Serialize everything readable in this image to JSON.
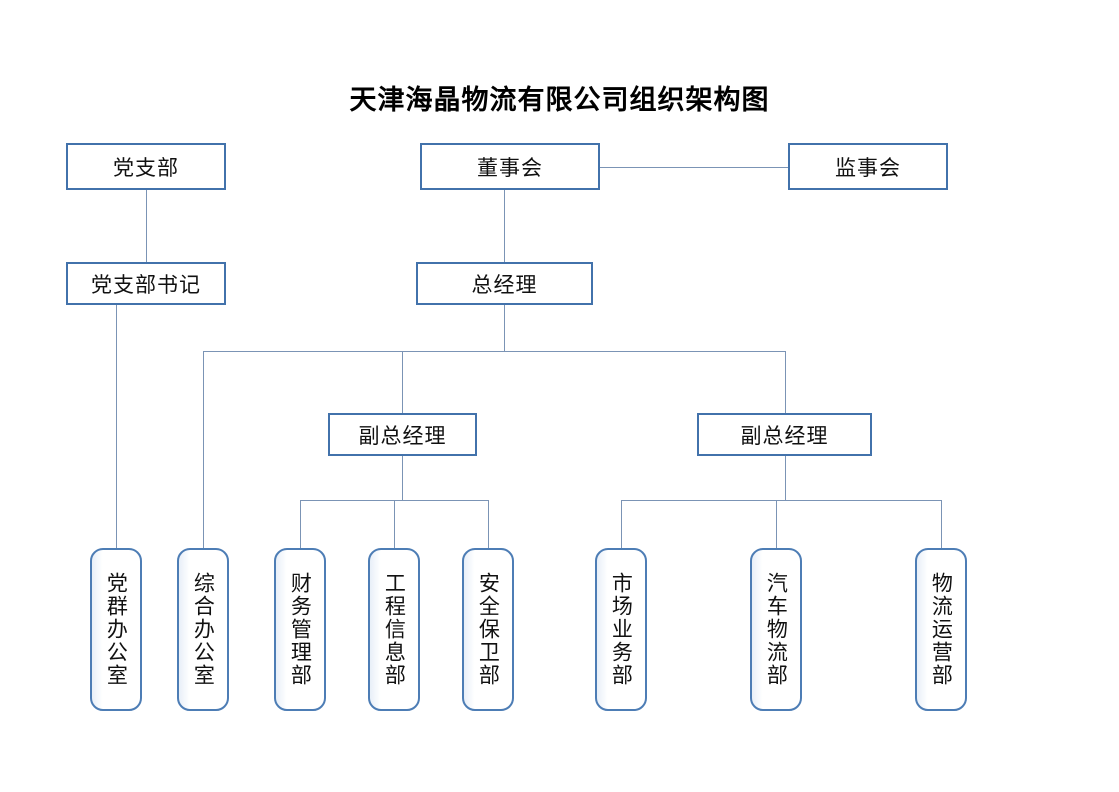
{
  "chart_title": "天津海晶物流有限公司组织架构图",
  "colors": {
    "rect_border": "#4272ab",
    "rounded_border": "#4d7db5",
    "connector": "#7b94b5",
    "page_background": "#ffffff",
    "text": "#111111"
  },
  "nodes": {
    "party_branch": "党支部",
    "board_of_directors": "董事会",
    "board_of_supervisors": "监事会",
    "party_secretary": "党支部书记",
    "general_manager": "总经理",
    "deputy_general_manager_left": "副总经理",
    "deputy_general_manager_right": "副总经理",
    "party_mass_office": "党群办公室",
    "general_office": "综合办公室",
    "finance_management_dept": "财务管理部",
    "engineering_information_dept": "工程信息部",
    "security_dept": "安全保卫部",
    "market_business_dept": "市场业务部",
    "auto_logistics_dept": "汽车物流部",
    "logistics_operations_dept": "物流运营部"
  },
  "chart_data": {
    "type": "diagram",
    "title": "天津海晶物流有限公司组织架构图",
    "orientation": "top-down organizational chart",
    "levels": [
      {
        "level": 1,
        "items": [
          "党支部",
          "董事会",
          "监事会"
        ]
      },
      {
        "level": 2,
        "items": [
          "党支部书记",
          "总经理"
        ]
      },
      {
        "level": 3,
        "items": [
          "副总经理",
          "副总经理"
        ]
      },
      {
        "level": 4,
        "items": [
          "党群办公室",
          "综合办公室",
          "财务管理部",
          "工程信息部",
          "安全保卫部",
          "市场业务部",
          "汽车物流部",
          "物流运营部"
        ]
      }
    ],
    "edges": [
      {
        "from": "董事会",
        "to": "监事会",
        "style": "horizontal-peer"
      },
      {
        "from": "党支部",
        "to": "党支部书记",
        "style": "vertical"
      },
      {
        "from": "董事会",
        "to": "总经理",
        "style": "vertical"
      },
      {
        "from": "党支部书记",
        "to": "党群办公室",
        "style": "vertical"
      },
      {
        "from": "总经理",
        "to": "综合办公室",
        "style": "bus"
      },
      {
        "from": "总经理",
        "to": "副总经理",
        "style": "bus"
      },
      {
        "from": "总经理",
        "to": "副总经理",
        "style": "bus"
      },
      {
        "from": "副总经理",
        "to": "财务管理部",
        "style": "bus"
      },
      {
        "from": "副总经理",
        "to": "工程信息部",
        "style": "bus"
      },
      {
        "from": "副总经理",
        "to": "安全保卫部",
        "style": "bus"
      },
      {
        "from": "副总经理",
        "to": "市场业务部",
        "style": "bus"
      },
      {
        "from": "副总经理",
        "to": "汽车物流部",
        "style": "bus"
      },
      {
        "from": "副总经理",
        "to": "物流运营部",
        "style": "bus"
      }
    ]
  }
}
